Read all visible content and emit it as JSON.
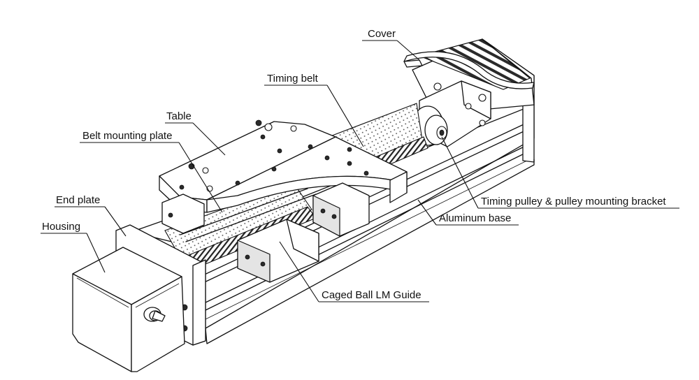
{
  "labels": {
    "cover": "Cover",
    "timing_belt": "Timing belt",
    "table": "Table",
    "belt_mounting_plate": "Belt mounting plate",
    "end_plate": "End plate",
    "housing": "Housing",
    "timing_pulley": "Timing pulley & pulley mounting bracket",
    "aluminum_base": "Aluminum base",
    "caged_ball_lm_guide": "Caged Ball LM Guide"
  }
}
